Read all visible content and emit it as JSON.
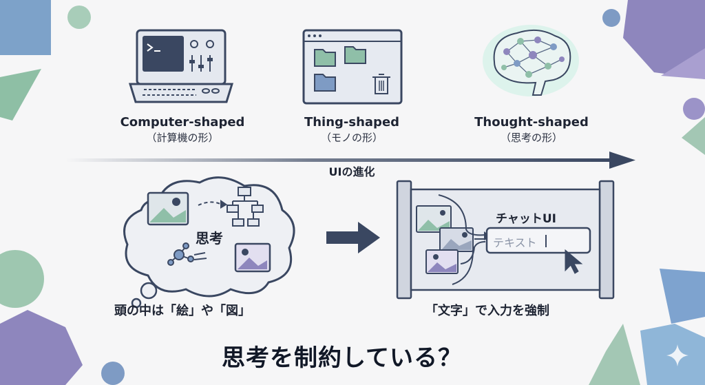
{
  "evolution": {
    "stages": [
      {
        "title": "Computer-shaped",
        "subtitle": "（計算機の形）"
      },
      {
        "title": "Thing-shaped",
        "subtitle": "（モノの形）"
      },
      {
        "title": "Thought-shaped",
        "subtitle": "（思考の形）"
      }
    ],
    "axis_label": "UIの進化"
  },
  "thought_cloud": {
    "center_label": "思考",
    "caption": "頭の中は「絵」や「図」"
  },
  "chat_panel": {
    "title": "チャットUI",
    "input_value": "テキスト",
    "caption": "「文字」で入力を強制"
  },
  "question": "思考を制約している？",
  "colors": {
    "navy": "#3a4761",
    "green_accent": "#8fbfa8",
    "purple_accent": "#8e86bd",
    "blue_accent": "#7e9bc4"
  },
  "icons": [
    "terminal-icon",
    "folder-icon",
    "trash-icon",
    "brain-network-icon",
    "image-icon",
    "flowchart-icon",
    "mouse-pointer-icon",
    "sparkle-icon"
  ]
}
